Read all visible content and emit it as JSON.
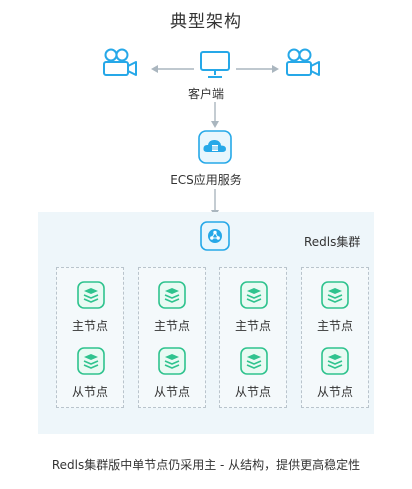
{
  "title": "典型架构",
  "client_label": "客户端",
  "ecs_label": "ECS应用服务",
  "cluster_label": "Redls集群",
  "nodes": [
    {
      "master": "主节点",
      "slave": "从节点"
    },
    {
      "master": "主节点",
      "slave": "从节点"
    },
    {
      "master": "主节点",
      "slave": "从节点"
    },
    {
      "master": "主节点",
      "slave": "从节点"
    }
  ],
  "caption": "Redls集群版中单节点仍采用主 - 从结构，提供更高稳定性",
  "colors": {
    "accent_blue": "#26a8e8",
    "node_green": "#2fc38e",
    "cluster_bg": "#eef6fa",
    "arrow": "#aab6bf"
  },
  "icons": [
    "camera-icon",
    "monitor-icon",
    "cloud-server-icon",
    "cluster-share-icon",
    "database-stack-icon"
  ]
}
